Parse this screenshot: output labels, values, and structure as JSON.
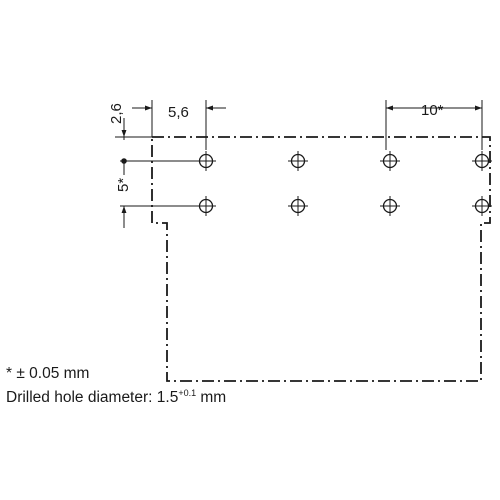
{
  "drawing": {
    "dimensions": {
      "top_offset": "2,6",
      "first_hole_offset": "5,6",
      "pitch_horizontal": "10*",
      "pitch_vertical": "5*"
    },
    "hole_rows": 2,
    "hole_columns": 4
  },
  "notes": {
    "tolerance": "* ± 0.05 mm",
    "drill_label": "Drilled hole diameter: 1.5",
    "drill_tolerance": "+0.1",
    "drill_unit": " mm"
  },
  "colors": {
    "line": "#1a1a1a",
    "background": "#ffffff"
  }
}
